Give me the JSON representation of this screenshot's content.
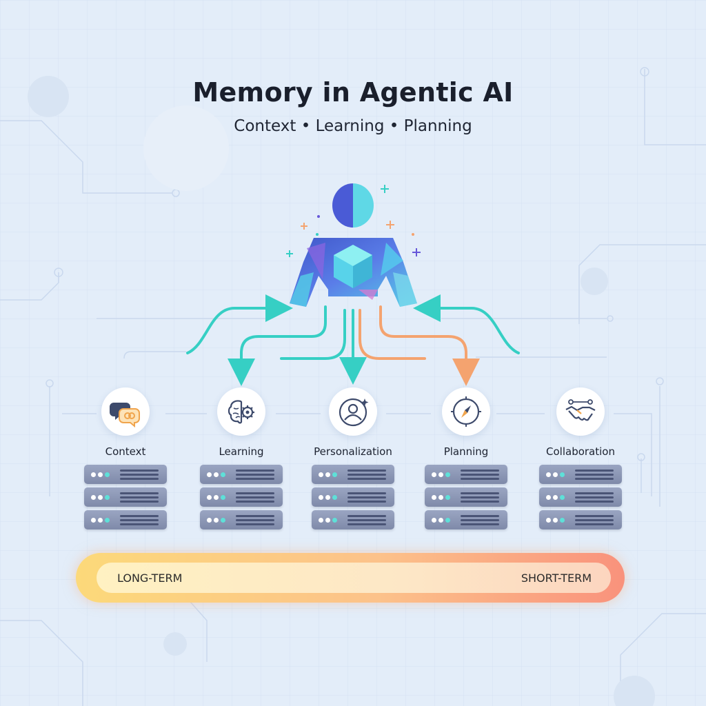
{
  "title": "Memory in Agentic AI",
  "subtitle": "Context • Learning • Planning",
  "nodes": [
    {
      "label": "Context",
      "icon": "chat-bubbles-icon"
    },
    {
      "label": "Learning",
      "icon": "brain-gear-icon"
    },
    {
      "label": "Personalization",
      "icon": "user-profile-icon"
    },
    {
      "label": "Planning",
      "icon": "compass-icon"
    },
    {
      "label": "Collaboration",
      "icon": "handshake-icon"
    }
  ],
  "timeline": {
    "left_label": "LONG-TERM",
    "right_label": "SHORT-TERM"
  },
  "colors": {
    "background": "#e3edf9",
    "teal_arrows": "#36cfc4",
    "orange_arrows": "#f4a36f",
    "agent_blue": "#4a5bd6",
    "agent_cyan": "#5fe0e6",
    "server_gray": "#8e99b7",
    "timeline_start": "#fcd97a",
    "timeline_end": "#f9927c"
  }
}
